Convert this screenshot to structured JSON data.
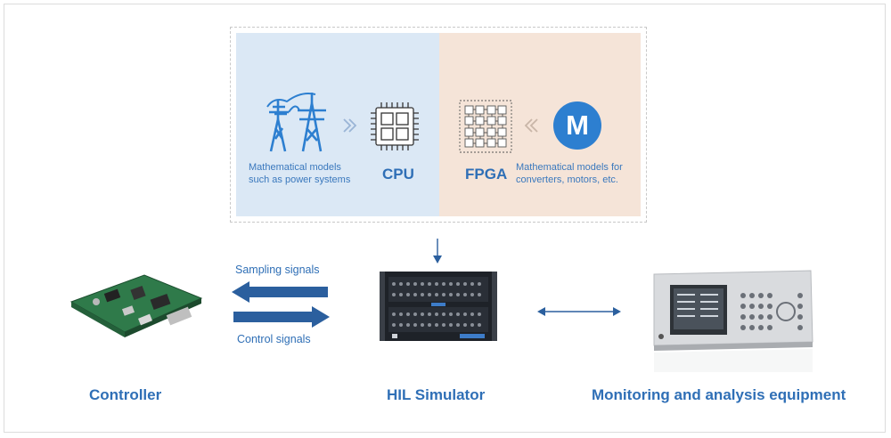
{
  "top": {
    "left_description": [
      "Mathematical models",
      "such as power systems"
    ],
    "cpu_label": "CPU",
    "fpga_label": "FPGA",
    "right_description": [
      "Mathematical models for",
      "converters, motors, etc."
    ],
    "motor_badge": "M"
  },
  "signals": {
    "sampling": "Sampling signals",
    "control": "Control signals"
  },
  "devices": {
    "controller": "Controller",
    "simulator": "HIL Simulator",
    "monitor": "Monitoring and analysis equipment"
  },
  "colors": {
    "accent": "#2f6fb6",
    "arrow": "#2b5f9e",
    "cpu_panel": "#dbe8f5",
    "fpga_panel": "#f5e4d8",
    "badge": "#2d7fd0"
  },
  "icons": {
    "power_system": "transmission-tower-icon",
    "cpu": "cpu-chip-icon",
    "fpga": "fpga-chip-icon",
    "motor": "motor-m-badge"
  }
}
